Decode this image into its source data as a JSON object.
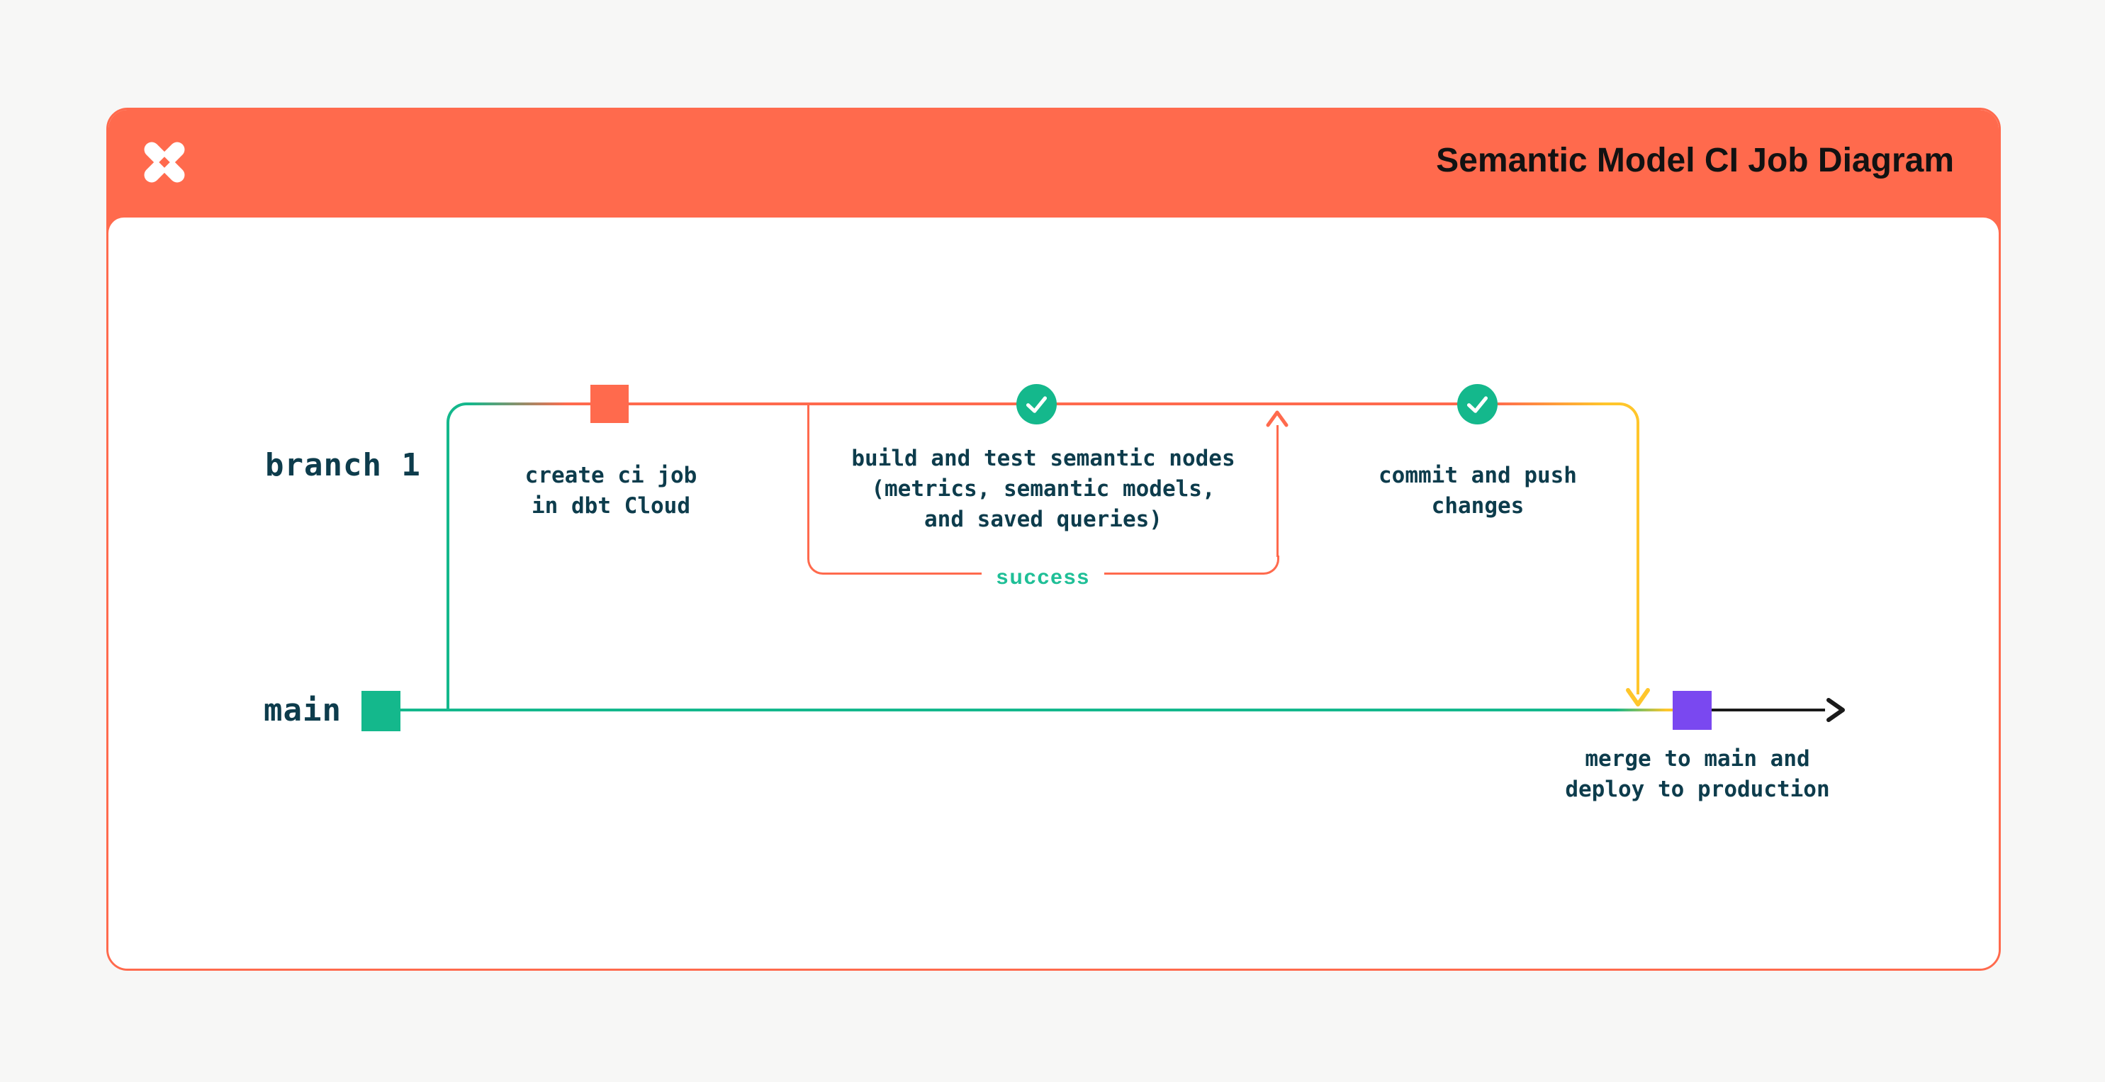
{
  "header": {
    "title": "Semantic Model CI Job Diagram",
    "logo_icon": "dbt-logo",
    "background_color": "#FF6A4D",
    "title_color": "#121212"
  },
  "lanes": {
    "branch1": {
      "label": "branch 1"
    },
    "main": {
      "label": "main"
    }
  },
  "nodes": {
    "create": {
      "marker": "orange-square-commit",
      "marker_color": "#FF6A4D",
      "lines": [
        "create ci job",
        "in dbt Cloud"
      ]
    },
    "build": {
      "marker": "green-check-circle",
      "marker_color": "#14B88C",
      "lines": [
        "build and test semantic nodes",
        "(metrics, semantic models,",
        "and saved queries)"
      ]
    },
    "commit": {
      "marker": "green-check-circle",
      "marker_color": "#14B88C",
      "lines": [
        "commit and push",
        "changes"
      ]
    },
    "merge": {
      "marker": "purple-square-commit",
      "marker_color": "#7A48F0",
      "lines": [
        "merge to main and",
        "deploy to production"
      ]
    }
  },
  "loop": {
    "label": "success",
    "label_color": "#1FBF97",
    "line_color": "#FF6A4D"
  },
  "colors": {
    "orange": "#FF6A4D",
    "green": "#14B88C",
    "yellow": "#FFC62B",
    "purple": "#7A48F0",
    "dark_text": "#0D3C4C",
    "page_background": "#F7F7F6",
    "card_background": "#FFFFFF",
    "black_arrow": "#1A1A1A"
  }
}
